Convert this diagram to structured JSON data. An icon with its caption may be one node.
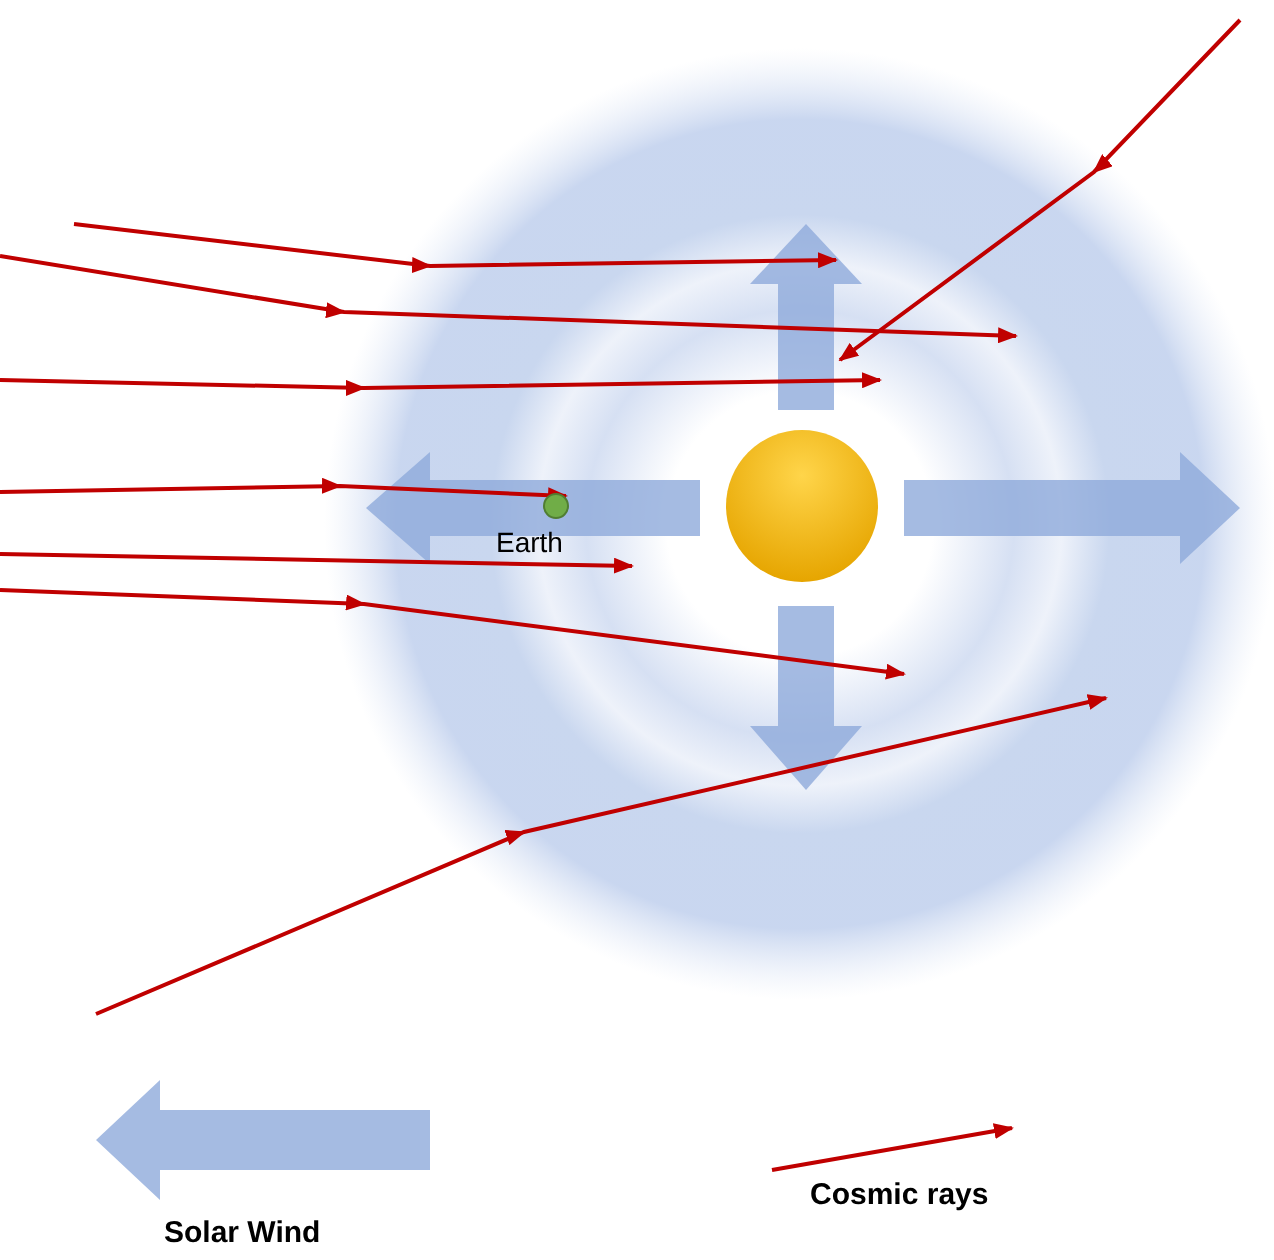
{
  "diagram": {
    "nodes": [
      {
        "text": [],
        "shape": "circle"
      }
    ],
    "labels": [
      "Earth"
    ],
    "legend": [
      {
        "text": "Solar Wind"
      },
      {
        "text": "Cosmic rays"
      }
    ]
  }
}
